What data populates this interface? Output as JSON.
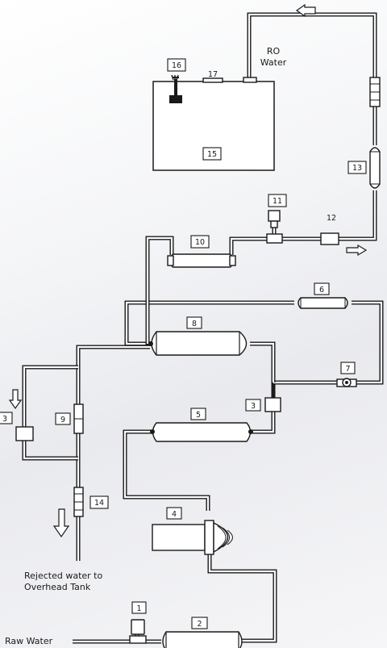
{
  "labels": {
    "l1": "1",
    "l2": "2",
    "l3a": "3",
    "l3b": "3",
    "l4": "4",
    "l5": "5",
    "l6": "6",
    "l7": "7",
    "l8": "8",
    "l9": "9",
    "l10": "10",
    "l11": "11",
    "l12": "12",
    "l13": "13",
    "l14": "14",
    "l15": "15",
    "l16": "16",
    "l17": "17"
  },
  "text": {
    "ro_line1": "RO",
    "ro_line2": "Water",
    "rejected_line1": "Rejected water to",
    "rejected_line2": "Overhead Tank",
    "raw_water": "Raw Water"
  }
}
